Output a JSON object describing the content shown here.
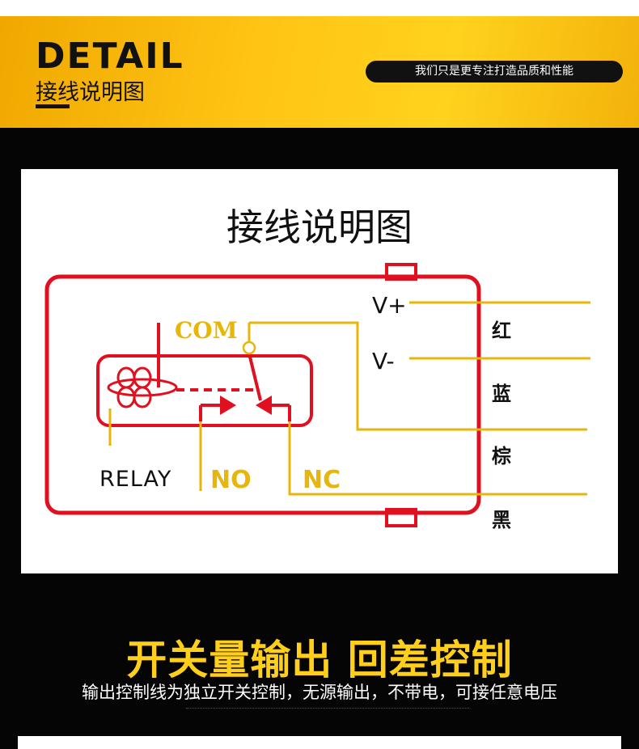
{
  "header": {
    "title": "DETAIL",
    "subtitle": "接线说明图",
    "slogan": "我们只是更专注打造品质和性能",
    "accent_color": "#ffc414"
  },
  "diagram": {
    "title": "接线说明图",
    "terminals": {
      "v_plus": "V+",
      "v_minus": "V-",
      "com": "COM",
      "relay": "RELAY",
      "no": "NO",
      "nc": "NC"
    },
    "wire_colors": {
      "red": "红",
      "blue": "蓝",
      "brown": "棕",
      "black": "黑"
    },
    "colors": {
      "housing": "#e01020",
      "wire": "#e8b50a"
    }
  },
  "footer": {
    "headline": "开关量输出 回差控制",
    "description": "输出控制线为独立开关控制，无源输出，不带电，可接任意电压"
  }
}
